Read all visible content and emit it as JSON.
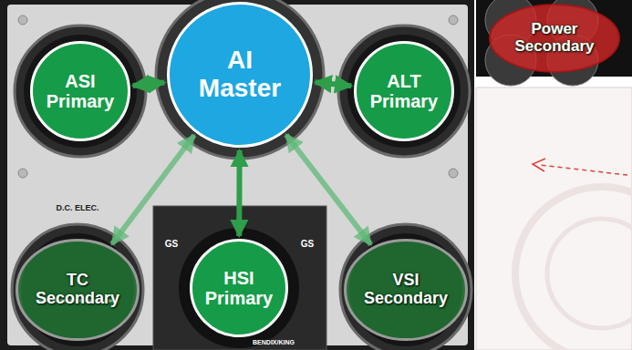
{
  "diagram": {
    "nodes": [
      {
        "text": [
          "ASI Primary"
        ]
      },
      {
        "text": [
          "AI Master"
        ]
      },
      {
        "text": [
          "ALT Primary"
        ]
      },
      {
        "text": [
          "Power Secondary"
        ]
      },
      {
        "text": [
          "TC Secondary"
        ]
      },
      {
        "text": [
          "HSI Primary"
        ]
      },
      {
        "text": [
          "VSI Secondary"
        ]
      }
    ],
    "edges": [
      {
        "from": 0,
        "to": 1,
        "arrow": "both"
      },
      {
        "from": 1,
        "to": 2,
        "arrow": "both"
      },
      {
        "from": 1,
        "to": 5,
        "arrow": "both"
      },
      {
        "from": 1,
        "to": 4,
        "arrow": "both"
      },
      {
        "from": 1,
        "to": 6,
        "arrow": "both"
      }
    ],
    "labels": [
      "D.C. ELEC.",
      "GS",
      "GS",
      "BENDIX/KING"
    ]
  }
}
